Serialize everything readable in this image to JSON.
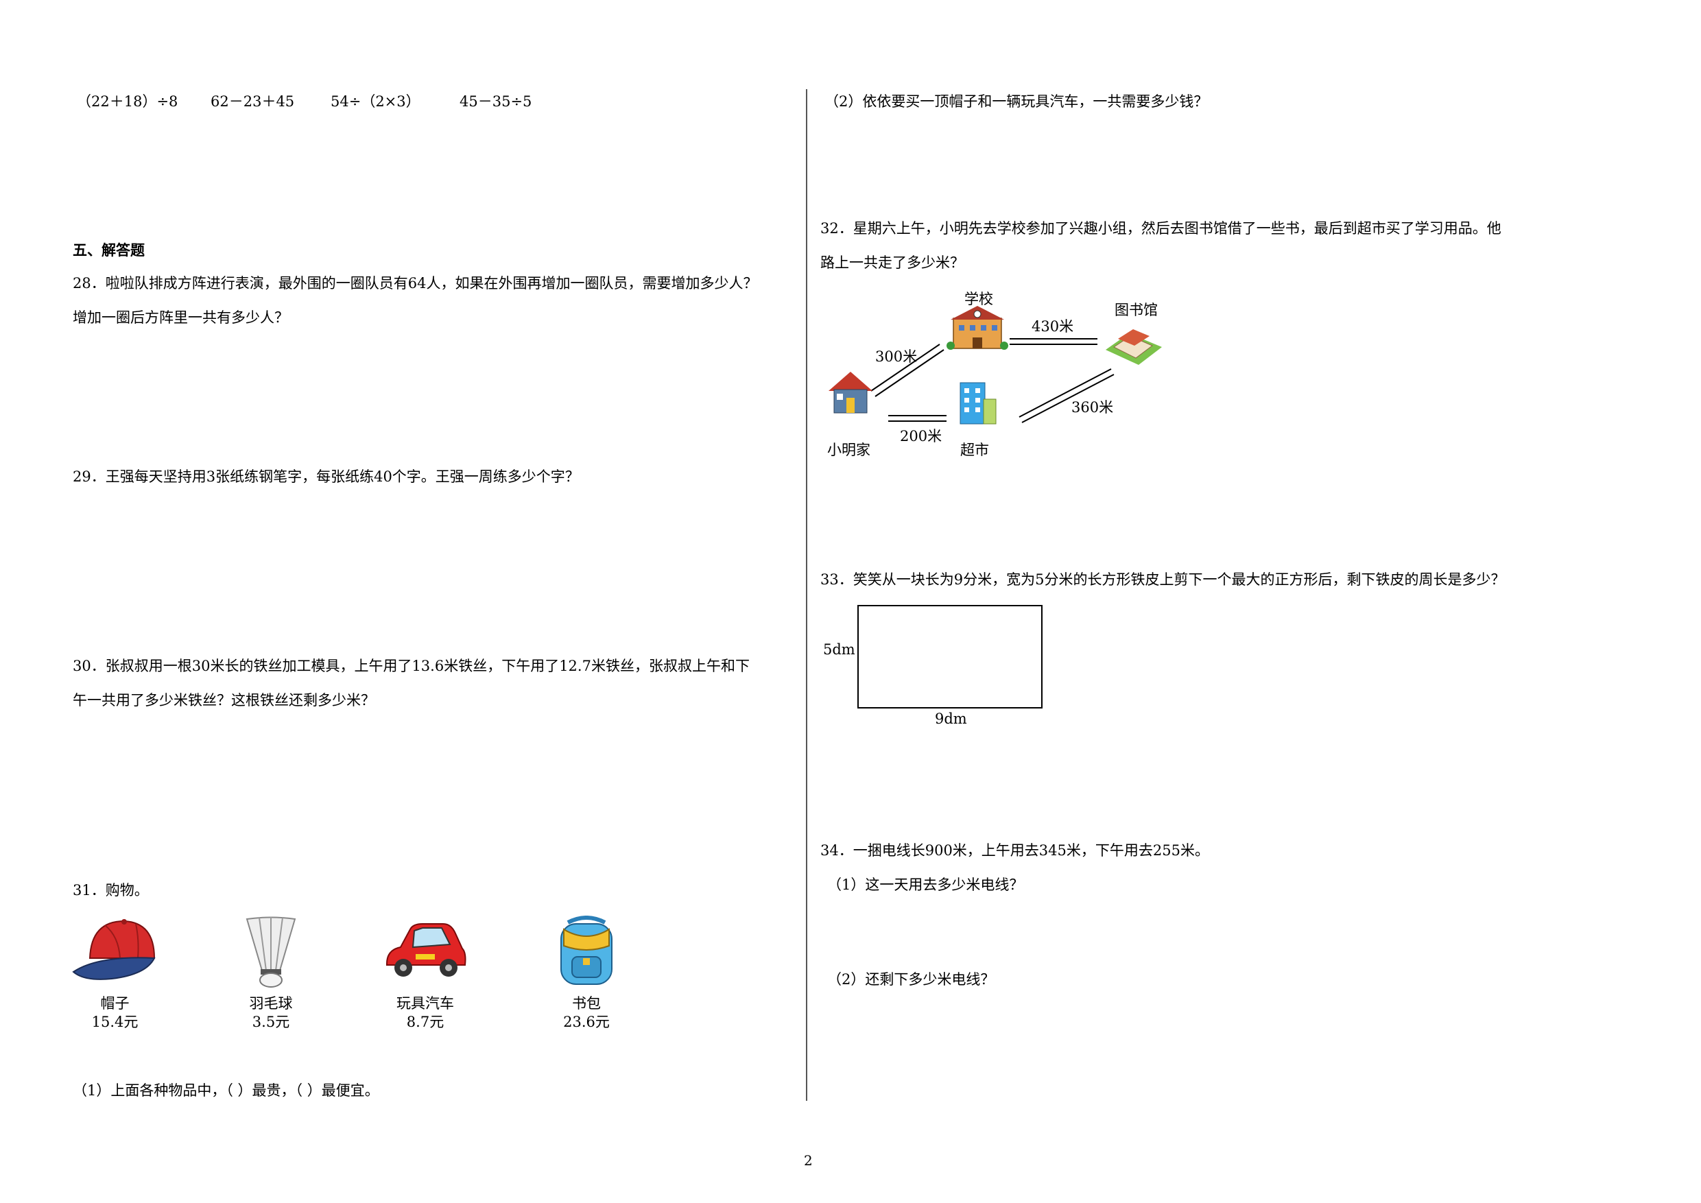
{
  "page_number": "2",
  "left": {
    "calc_items": [
      "（22＋18）÷8",
      "62－23＋45",
      "54÷（2×3）",
      "45－35÷5"
    ],
    "section_title": "五、解答题",
    "q28": [
      "28．啦啦队排成方阵进行表演，最外围的一圈队员有64人，如果在外围再增加一圈队员，需要增加多少人？",
      "增加一圈后方阵里一共有多少人？"
    ],
    "q29": "29．王强每天坚持用3张纸练钢笔字，每张纸练40个字。王强一周练多少个字？",
    "q30": [
      "30．张叔叔用一根30米长的铁丝加工模具，上午用了13.6米铁丝，下午用了12.7米铁丝，张叔叔上午和下",
      "午一共用了多少米铁丝？这根铁丝还剩多少米？"
    ],
    "q31_title": "31．购物。",
    "items": [
      {
        "name": "帽子",
        "price": "15.4元",
        "icon": "cap-icon"
      },
      {
        "name": "羽毛球",
        "price": "3.5元",
        "icon": "shuttlecock-icon"
      },
      {
        "name": "玩具汽车",
        "price": "8.7元",
        "icon": "toy-car-icon"
      },
      {
        "name": "书包",
        "price": "23.6元",
        "icon": "backpack-icon"
      }
    ],
    "q31_1": "（1）上面各种物品中，（    ）最贵，（    ）最便宜。"
  },
  "right": {
    "q31_2": "（2）依依要买一顶帽子和一辆玩具汽车，一共需要多少钱？",
    "q32": [
      "32．星期六上午，小明先去学校参加了兴趣小组，然后去图书馆借了一些书，最后到超市买了学习用品。他",
      "路上一共走了多少米？"
    ],
    "map": {
      "school": "学校",
      "library": "图书馆",
      "home": "小明家",
      "market": "超市",
      "d_home_school": "300米",
      "d_school_library": "430米",
      "d_library_market": "360米",
      "d_home_market": "200米"
    },
    "q33": "33．笑笑从一块长为9分米，宽为5分米的长方形铁皮上剪下一个最大的正方形后，剩下铁皮的周长是多少？",
    "rect_width_label": "5dm",
    "rect_length_label": "9dm",
    "q34": "34．一捆电线长900米，上午用去345米，下午用去255米。",
    "q34_1": "（1）这一天用去多少米电线？",
    "q34_2": "（2）还剩下多少米电线？"
  }
}
